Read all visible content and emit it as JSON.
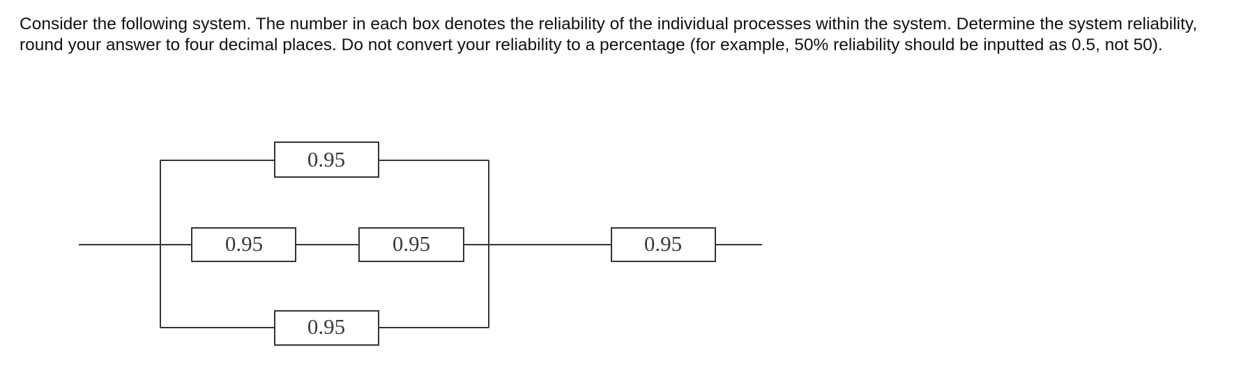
{
  "question": {
    "text": "Consider the following system. The number in each box denotes the reliability of the individual processes within the system. Determine the system reliability, round your answer to four decimal places. Do not convert your reliability to a percentage (for example, 50% reliability should be inputted as 0.5, not 50)."
  },
  "diagram": {
    "boxes": {
      "top_parallel": "0.95",
      "middle_left": "0.95",
      "middle_right": "0.95",
      "bottom_parallel": "0.95",
      "series_output": "0.95"
    }
  }
}
